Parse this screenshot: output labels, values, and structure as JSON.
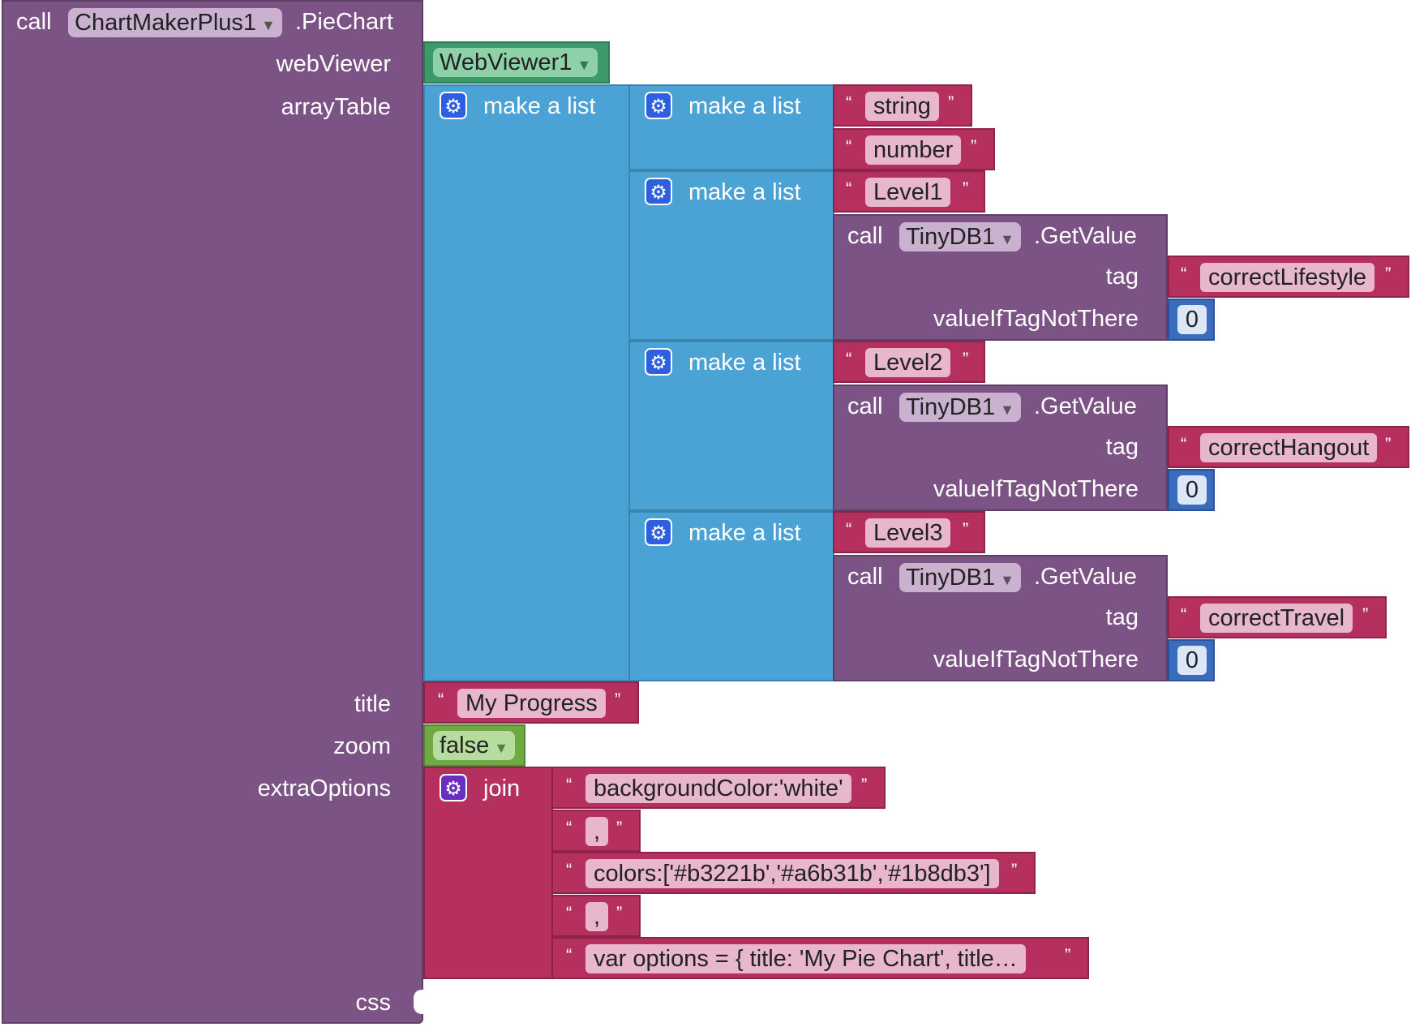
{
  "main_call": {
    "call_word": "call",
    "component": "ChartMakerPlus1",
    "method": ".PieChart",
    "params": {
      "webViewer": "webViewer",
      "arrayTable": "arrayTable",
      "title": "title",
      "zoom": "zoom",
      "extraOptions": "extraOptions",
      "css": "css"
    }
  },
  "webviewer_value": "WebViewer1",
  "make_list_label": "make a list",
  "header_row": [
    "string",
    "number"
  ],
  "rows": [
    {
      "label": "Level1",
      "call_word": "call",
      "db": "TinyDB1",
      "method": ".GetValue",
      "tag_label": "tag",
      "tag": "correctLifestyle",
      "default_label": "valueIfTagNotThere",
      "default": "0"
    },
    {
      "label": "Level2",
      "call_word": "call",
      "db": "TinyDB1",
      "method": ".GetValue",
      "tag_label": "tag",
      "tag": "correctHangout",
      "default_label": "valueIfTagNotThere",
      "default": "0"
    },
    {
      "label": "Level3",
      "call_word": "call",
      "db": "TinyDB1",
      "method": ".GetValue",
      "tag_label": "tag",
      "tag": "correctTravel",
      "default_label": "valueIfTagNotThere",
      "default": "0"
    }
  ],
  "title_value": "My Progress",
  "zoom_value": "false",
  "join_label": "join",
  "join_items": [
    "backgroundColor:'white'",
    ",",
    "colors:['#b3221b','#a6b31b','#1b8db3']",
    ",",
    "var options = {    title: 'My Pie Chart',    title…"
  ],
  "quote_open": "“",
  "quote_close": "”",
  "colors": {
    "procedure": "#7c5385",
    "list": "#4aa3d4",
    "text": "#b5305e",
    "math": "#3b6bbd",
    "component": "#3c9a6a",
    "logic": "#6ea944"
  }
}
